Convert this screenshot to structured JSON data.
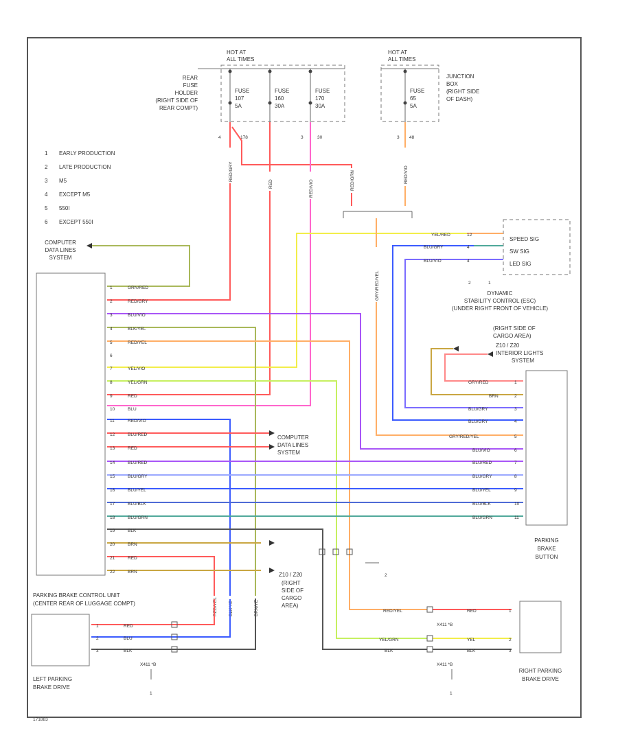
{
  "notes": [
    {
      "num": "1",
      "text": "EARLY PRODUCTION"
    },
    {
      "num": "2",
      "text": "LATE PRODUCTION"
    },
    {
      "num": "3",
      "text": "M5"
    },
    {
      "num": "4",
      "text": "EXCEPT M5"
    },
    {
      "num": "5",
      "text": "550I"
    },
    {
      "num": "6",
      "text": "EXCEPT 550I"
    }
  ],
  "fuse_block_rear": {
    "hot_at": [
      "HOT AT",
      "ALL TIMES"
    ],
    "label": [
      "REAR",
      "FUSE",
      "HOLDER",
      "(RIGHT SIDE OF",
      "REAR COMPT)"
    ],
    "fuses": [
      {
        "name": "FUSE",
        "num": "107",
        "amp": "5A"
      },
      {
        "name": "FUSE",
        "num": "160",
        "amp": "30A"
      },
      {
        "name": "FUSE",
        "num": "170",
        "amp": "30A"
      }
    ]
  },
  "fuse_block_junction": {
    "hot_at": [
      "HOT AT",
      "ALL TIMES"
    ],
    "label": [
      "JUNCTION",
      "BOX",
      "(RIGHT SIDE",
      "OF DASH)"
    ],
    "fuse": {
      "name": "FUSE",
      "num": "65",
      "amp": "5A"
    }
  },
  "splice_labels": {
    "s4": "4",
    "s178": "178",
    "s3": "3",
    "s30": "30",
    "s3b": "3",
    "s48": "48"
  },
  "computer_data_top": [
    "COMPUTER",
    "DATA LINES",
    "SYSTEM"
  ],
  "computer_data_mid": [
    "COMPUTER",
    "DATA LINES",
    "SYSTEM"
  ],
  "esc": {
    "pins": [
      "SPEED SIG",
      "SW SIG",
      "LED SIG"
    ],
    "label": [
      "DYNAMIC",
      "STABILITY CONTROL (ESC)",
      "(UNDER RIGHT FRONT OF VEHICLE)"
    ],
    "sub_pins": [
      "2",
      "1"
    ]
  },
  "cargo_ground": [
    "(RIGHT SIDE OF",
    "CARGO AREA)"
  ],
  "interior_lights": [
    "Z10 / Z20",
    "INTERIOR LIGHTS",
    "SYSTEM"
  ],
  "parking_button": [
    "PARKING",
    "BRAKE",
    "BUTTON"
  ],
  "control_unit": [
    "PARKING BRAKE CONTROL UNIT",
    "(CENTER REAR OF LUGGAGE COMPT)"
  ],
  "left_drive": [
    "LEFT PARKING",
    "BRAKE DRIVE"
  ],
  "right_drive": [
    "RIGHT PARKING",
    "BRAKE DRIVE"
  ],
  "center_ground": [
    "Z10 / Z20",
    "(RIGHT",
    "SIDE OF",
    "CARGO",
    "AREA)"
  ],
  "connector_left": "X411 *B",
  "connector_right": "X411 *B",
  "diagram_id": "171883",
  "cu_pins": [
    {
      "pin": "1",
      "wire": "GRN/RED"
    },
    {
      "pin": "2",
      "wire": "RED/GRY"
    },
    {
      "pin": "3",
      "wire": "BLU/VIO"
    },
    {
      "pin": "4",
      "wire": "BLK/YEL"
    },
    {
      "pin": "5",
      "wire": "RED/YEL"
    },
    {
      "pin": "6",
      "wire": ""
    },
    {
      "pin": "7",
      "wire": "YEL/VIO"
    },
    {
      "pin": "8",
      "wire": "YEL/GRN"
    },
    {
      "pin": "9",
      "wire": "RED"
    },
    {
      "pin": "10",
      "wire": "BLU"
    },
    {
      "pin": "11",
      "wire": "RED/VIO"
    },
    {
      "pin": "12",
      "wire": "BLU/RED"
    },
    {
      "pin": "13",
      "wire": "RED"
    },
    {
      "pin": "14",
      "wire": "BLU/RED"
    },
    {
      "pin": "15",
      "wire": "BLU/GRY"
    },
    {
      "pin": "16",
      "wire": "BLU/YEL"
    },
    {
      "pin": "17",
      "wire": "BLU/BLK"
    },
    {
      "pin": "18",
      "wire": "BLU/GRN"
    },
    {
      "pin": "19",
      "wire": "BLK"
    },
    {
      "pin": "20",
      "wire": "BRN"
    },
    {
      "pin": "21",
      "wire": "RED"
    },
    {
      "pin": "22",
      "wire": "BRN"
    }
  ],
  "pb_wires": [
    {
      "wire": "GRY/RED",
      "pin": "1"
    },
    {
      "wire": "BRN",
      "pin": "2"
    },
    {
      "wire": "BLU/GRY",
      "pin": "3"
    },
    {
      "wire": "BLU/GRY",
      "pin": "4"
    },
    {
      "wire": "GRY/RED/YEL",
      "pin": "5"
    },
    {
      "wire": "BLU/VIO",
      "pin": "6"
    },
    {
      "wire": "BLU/RED",
      "pin": "7"
    },
    {
      "wire": "BLU/GRY",
      "pin": "8"
    },
    {
      "wire": "BLU/YEL",
      "pin": "9"
    },
    {
      "wire": "BLU/BLK",
      "pin": "10"
    },
    {
      "wire": "BLU/GRN",
      "pin": "11"
    }
  ],
  "esc_wires": [
    {
      "wire": "YEL/RED",
      "pin": "12"
    },
    {
      "wire": "BLU/GRY",
      "pin": "4"
    },
    {
      "wire": "BLU/VIO",
      "pin": "4"
    }
  ],
  "vertical_wire_labels": {
    "f1": "RED/GRY",
    "f2": "RED",
    "f3": "RED/VIO",
    "f4": "RED/GRN",
    "jb": "RED/VIO",
    "esc": "GRY/RED/YEL",
    "redyel": "RED/YEL",
    "left1": "RED/YEL",
    "left2": "BLK YE",
    "left3": "BRN/YE"
  },
  "left_drive_wires": [
    {
      "pin": "1",
      "wire": "RED"
    },
    {
      "pin": "2",
      "wire": "BLU"
    },
    {
      "pin": "3",
      "wire": "BLK"
    }
  ],
  "right_drive_wires": [
    {
      "pin": "1",
      "wire": "RED",
      "src": "RED/YEL"
    },
    {
      "pin": "2",
      "wire": "YEL",
      "src": "YEL/GRN"
    },
    {
      "pin": "3",
      "wire": "BLK",
      "src": "BLK"
    }
  ],
  "grounds": [
    "2",
    "1"
  ],
  "colors": {
    "red": "#ff5a5a",
    "pink": "#ff66cc",
    "orange": "#ffae66",
    "yellow": "#f2ee4a",
    "yelgrn": "#c6f060",
    "olive": "#a9b85a",
    "violet": "#a855f7",
    "blue": "#3b5bff",
    "lightblue": "#9aa8ff",
    "teal": "#4fa89a",
    "black": "#555555",
    "brown": "#c9a642"
  }
}
